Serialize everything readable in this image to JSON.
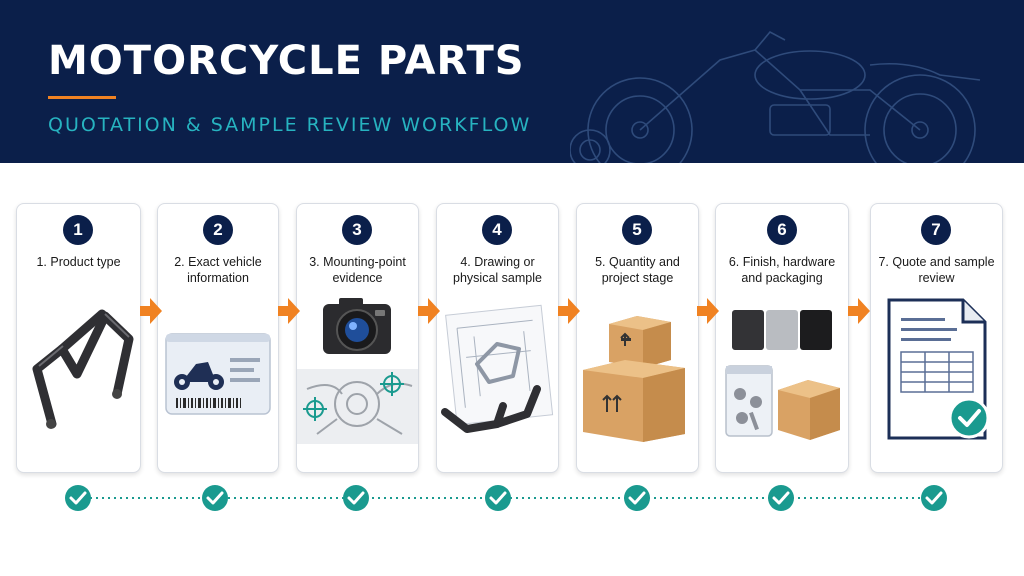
{
  "header": {
    "title": "MOTORCYCLE PARTS",
    "subtitle": "QUOTATION & SAMPLE REVIEW WORKFLOW"
  },
  "colors": {
    "navy": "#0b1f4a",
    "orange": "#f08222",
    "teal": "#27b3c0",
    "check": "#1a9a8f"
  },
  "steps": [
    {
      "number": "1",
      "label": "1. Product type",
      "icon": "crash-bar-icon"
    },
    {
      "number": "2",
      "label": "2. Exact vehicle information",
      "icon": "vehicle-id-card-icon"
    },
    {
      "number": "3",
      "label": "3. Mounting-point evidence",
      "icon": "camera-icon"
    },
    {
      "number": "4",
      "label": "4. Drawing or physical sample",
      "icon": "technical-drawing-icon"
    },
    {
      "number": "5",
      "label": "5. Quantity and project stage",
      "icon": "cardboard-boxes-icon"
    },
    {
      "number": "6",
      "label": "6. Finish, hardware and packaging",
      "icon": "finish-swatches-icon"
    },
    {
      "number": "7",
      "label": "7. Quote and sample review",
      "icon": "quote-document-icon"
    }
  ]
}
